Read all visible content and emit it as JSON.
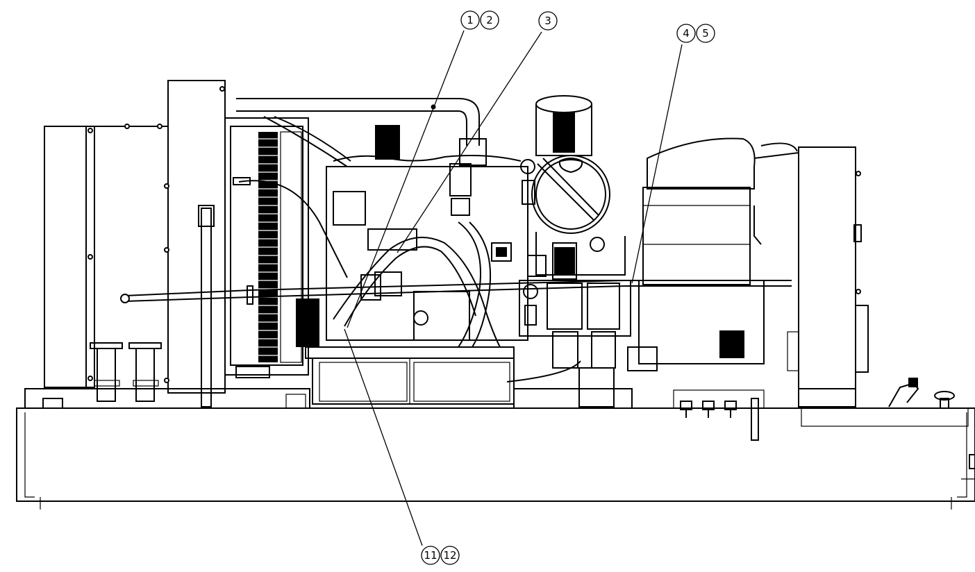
{
  "callouts": [
    {
      "id": "c1",
      "label": "1"
    },
    {
      "id": "c2",
      "label": "2"
    },
    {
      "id": "c3",
      "label": "3"
    },
    {
      "id": "c4",
      "label": "4"
    },
    {
      "id": "c5",
      "label": "5"
    },
    {
      "id": "c11",
      "label": "11"
    },
    {
      "id": "c12",
      "label": "12"
    }
  ],
  "colors": {
    "line": "#000000",
    "background": "#ffffff"
  }
}
